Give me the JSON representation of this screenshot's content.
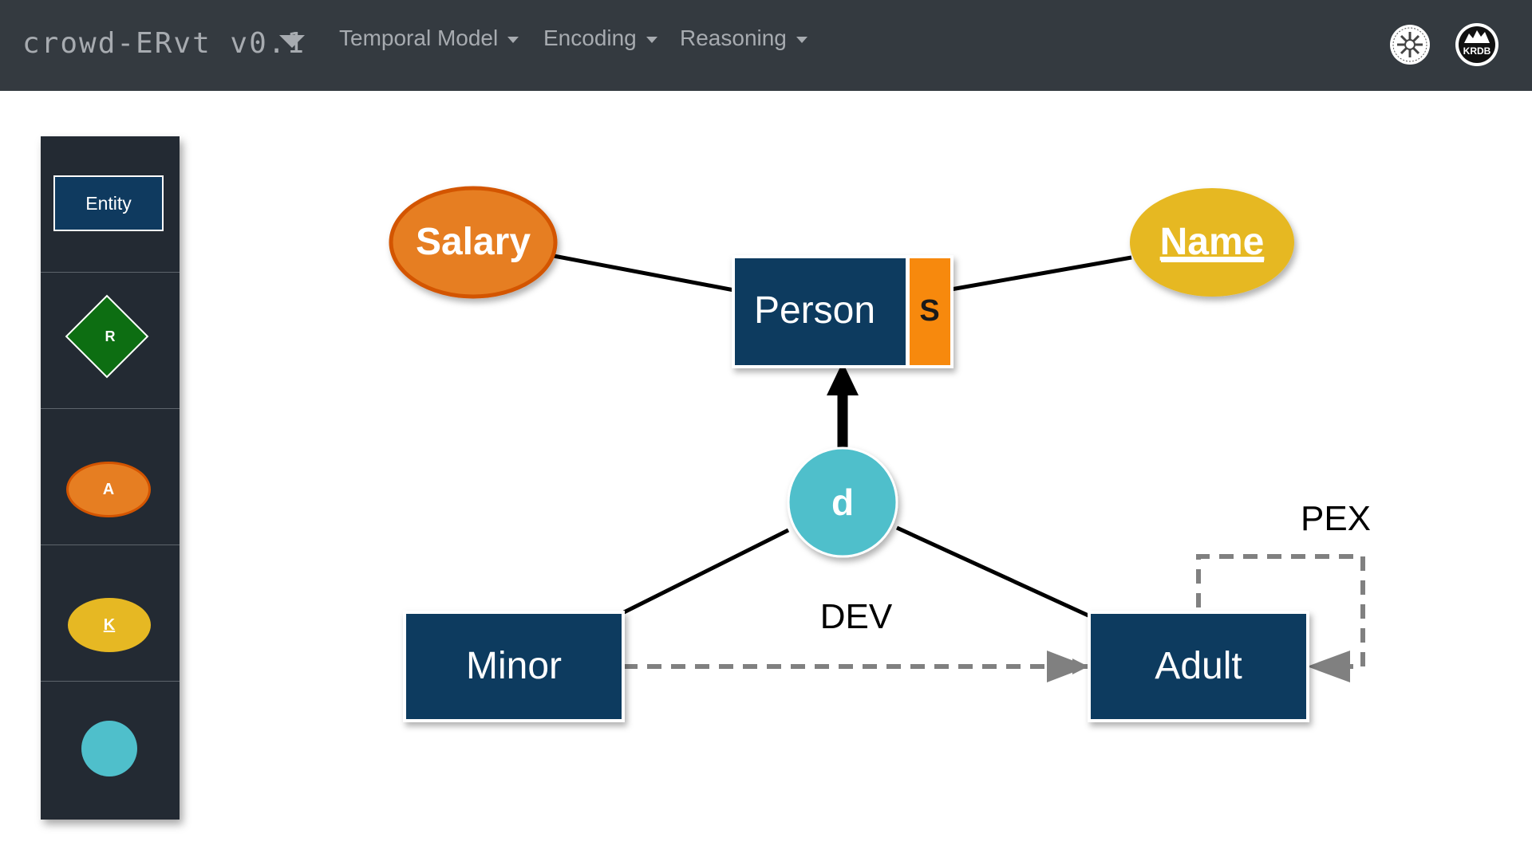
{
  "navbar": {
    "brand": "crowd-ERvt v0.1",
    "menus": [
      {
        "label": "Temporal Model"
      },
      {
        "label": "Encoding"
      },
      {
        "label": "Reasoning"
      }
    ],
    "logo_right_text": "KRDB",
    "background": "#343a40",
    "text_color": "#a7abb0"
  },
  "palette": {
    "entity_label": "Entity",
    "relationship_label": "R",
    "attribute_label": "A",
    "key_label": "K",
    "tools": [
      "entity-tool",
      "relationship-tool",
      "attribute-tool",
      "key-attribute-tool",
      "constraint-tool"
    ]
  },
  "diagram": {
    "entities": {
      "person": {
        "label": "Person",
        "snapshot_mark": "S"
      },
      "minor": {
        "label": "Minor"
      },
      "adult": {
        "label": "Adult"
      }
    },
    "attributes": {
      "salary": {
        "label": "Salary"
      },
      "name": {
        "label": "Name",
        "is_key": true
      }
    },
    "constraint": {
      "label": "d",
      "type": "disjoint"
    },
    "transitions": {
      "dev": {
        "label": "DEV"
      },
      "pex": {
        "label": "PEX"
      }
    },
    "colors": {
      "entity": "#0f3a5f",
      "snapshot": "#f7890a",
      "attribute": "#e67e22",
      "attribute_border": "#d35400",
      "key": "#e6b823",
      "constraint": "#4fbfcb",
      "transition": "#808080"
    }
  }
}
